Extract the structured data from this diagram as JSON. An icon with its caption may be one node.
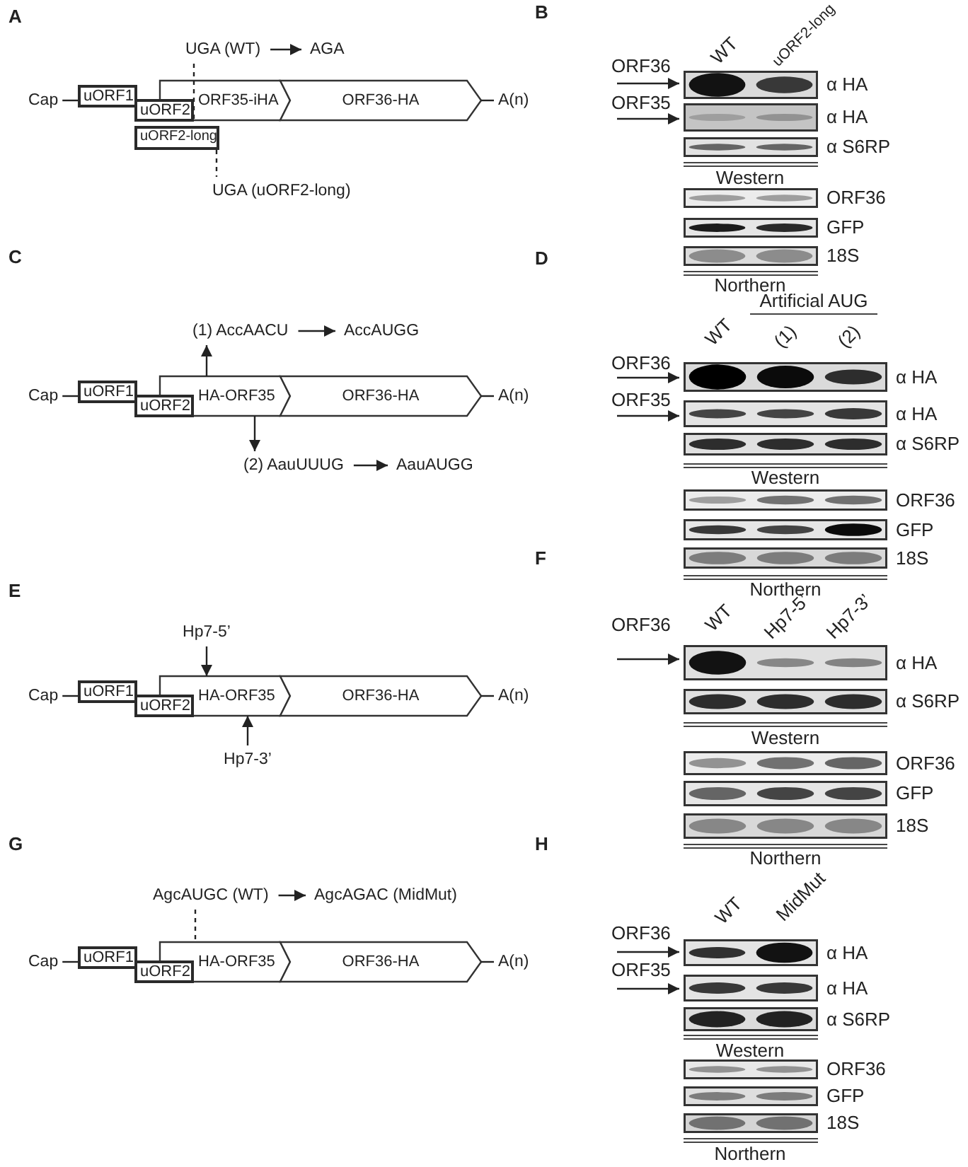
{
  "diagram": {
    "nodes": [
      {
        "text": [
          "Cap"
        ]
      },
      {
        "text": [
          "uORF1"
        ]
      },
      {
        "text": [
          "uORF2"
        ]
      },
      {
        "text": [
          "ORF35-iHA"
        ]
      },
      {
        "text": [
          "ORF36-HA"
        ]
      },
      {
        "text": [
          "A(n)"
        ]
      },
      {
        "text": [
          "uORF2-long"
        ]
      },
      {
        "text": [
          "UGA (WT)"
        ]
      },
      {
        "text": [
          "AGA"
        ]
      },
      {
        "text": [
          "UGA (uORF2-long)"
        ]
      },
      {
        "text": [],
        "shape": "picture",
        "beside": [
          "α HA"
        ]
      },
      {
        "text": [],
        "shape": "picture",
        "beside": [
          "α HA"
        ]
      },
      {
        "text": [],
        "shape": "picture",
        "beside": [
          "α S6RP"
        ]
      },
      {
        "text": [],
        "shape": "picture",
        "beside": [
          "ORF36"
        ]
      },
      {
        "text": [],
        "shape": "picture",
        "beside": [
          "GFP"
        ]
      },
      {
        "text": [],
        "shape": "picture",
        "beside": [
          "18S"
        ]
      },
      {
        "text": [
          "Cap"
        ]
      },
      {
        "text": [
          "uORF1"
        ]
      },
      {
        "text": [
          "uORF2"
        ]
      },
      {
        "text": [
          "HA-ORF35"
        ]
      },
      {
        "text": [
          "ORF36-HA"
        ]
      },
      {
        "text": [
          "A(n)"
        ]
      },
      {
        "text": [
          "(1) AccAACU"
        ]
      },
      {
        "text": [
          "AccAUGG"
        ]
      },
      {
        "text": [
          "(2) AauUUUG"
        ]
      },
      {
        "text": [
          "AauAUGG"
        ]
      },
      {
        "text": [],
        "shape": "picture",
        "beside": [
          "α HA"
        ]
      },
      {
        "text": [],
        "shape": "picture",
        "beside": [
          "α HA"
        ]
      },
      {
        "text": [],
        "shape": "picture",
        "beside": [
          "α S6RP"
        ]
      },
      {
        "text": [],
        "shape": "picture",
        "beside": [
          "ORF36"
        ]
      },
      {
        "text": [],
        "shape": "picture",
        "beside": [
          "GFP"
        ]
      },
      {
        "text": [],
        "shape": "picture",
        "beside": [
          "18S"
        ]
      },
      {
        "text": [
          "Cap"
        ]
      },
      {
        "text": [
          "uORF1"
        ]
      },
      {
        "text": [
          "uORF2"
        ]
      },
      {
        "text": [
          "HA-ORF35"
        ]
      },
      {
        "text": [
          "ORF36-HA"
        ]
      },
      {
        "text": [
          "A(n)"
        ]
      },
      {
        "text": [
          "Hp7-5’"
        ]
      },
      {
        "text": [
          "Hp7-3’"
        ]
      },
      {
        "text": [],
        "shape": "picture",
        "beside": [
          "α HA"
        ]
      },
      {
        "text": [],
        "shape": "picture",
        "beside": [
          "α S6RP"
        ]
      },
      {
        "text": [],
        "shape": "picture",
        "beside": [
          "ORF36"
        ]
      },
      {
        "text": [],
        "shape": "picture",
        "beside": [
          "GFP"
        ]
      },
      {
        "text": [],
        "shape": "picture",
        "beside": [
          "18S"
        ]
      },
      {
        "text": [
          "Cap"
        ]
      },
      {
        "text": [
          "uORF1"
        ]
      },
      {
        "text": [
          "uORF2"
        ]
      },
      {
        "text": [
          "HA-ORF35"
        ]
      },
      {
        "text": [
          "ORF36-HA"
        ]
      },
      {
        "text": [
          "A(n)"
        ]
      },
      {
        "text": [
          "AgcAUGC (WT)"
        ]
      },
      {
        "text": [
          "AgcAGAC (MidMut)"
        ]
      },
      {
        "text": [],
        "shape": "picture",
        "beside": [
          "α HA"
        ]
      },
      {
        "text": [],
        "shape": "picture",
        "beside": [
          "α HA"
        ]
      },
      {
        "text": [],
        "shape": "picture",
        "beside": [
          "α S6RP"
        ]
      },
      {
        "text": [],
        "shape": "picture",
        "beside": [
          "ORF36"
        ]
      },
      {
        "text": [],
        "shape": "picture",
        "beside": [
          "GFP"
        ]
      },
      {
        "text": [],
        "shape": "picture",
        "beside": [
          "18S"
        ]
      },
      {
        "text": [
          "ORF36"
        ]
      },
      {
        "text": [
          "ORF35"
        ]
      },
      {
        "text": [
          "ORF36"
        ]
      },
      {
        "text": [
          "ORF35"
        ]
      },
      {
        "text": [
          "ORF36"
        ]
      },
      {
        "text": [
          "ORF36"
        ]
      },
      {
        "text": [
          "ORF35"
        ]
      }
    ],
    "edges": [
      {
        "from": 0,
        "to": 1,
        "arrow": "none"
      },
      {
        "from": 4,
        "to": 5,
        "arrow": "none"
      },
      {
        "from": 7,
        "to": 8,
        "arrow": "to"
      },
      {
        "from": 7,
        "to": 3,
        "arrow": "none",
        "style": "dashed"
      },
      {
        "from": 6,
        "to": 9,
        "arrow": "none",
        "style": "dashed"
      },
      {
        "from": 59,
        "to": 10,
        "arrow": "to"
      },
      {
        "from": 60,
        "to": 11,
        "arrow": "to"
      },
      {
        "from": 16,
        "to": 17,
        "arrow": "none"
      },
      {
        "from": 20,
        "to": 21,
        "arrow": "none"
      },
      {
        "from": 19,
        "to": 22,
        "arrow": "to"
      },
      {
        "from": 19,
        "to": 24,
        "arrow": "to"
      },
      {
        "from": 22,
        "to": 23,
        "arrow": "to"
      },
      {
        "from": 24,
        "to": 25,
        "arrow": "to"
      },
      {
        "from": 61,
        "to": 26,
        "arrow": "to"
      },
      {
        "from": 62,
        "to": 27,
        "arrow": "to"
      },
      {
        "from": 32,
        "to": 33,
        "arrow": "none"
      },
      {
        "from": 36,
        "to": 37,
        "arrow": "none"
      },
      {
        "from": 38,
        "to": 35,
        "arrow": "to"
      },
      {
        "from": 39,
        "to": 35,
        "arrow": "to"
      },
      {
        "from": 63,
        "to": 40,
        "arrow": "to"
      },
      {
        "from": 45,
        "to": 46,
        "arrow": "none"
      },
      {
        "from": 49,
        "to": 50,
        "arrow": "none"
      },
      {
        "from": 51,
        "to": 52,
        "arrow": "to"
      },
      {
        "from": 51,
        "to": 48,
        "arrow": "none",
        "style": "dashed"
      },
      {
        "from": 64,
        "to": 53,
        "arrow": "to"
      },
      {
        "from": 65,
        "to": 54,
        "arrow": "to"
      }
    ],
    "labels": [
      "A",
      "B",
      "WT",
      "uORF2-long",
      "Western",
      "C",
      "D",
      "Northern",
      "Artificial AUG",
      "WT",
      "(1)",
      "(2)",
      "Western",
      "F",
      "E",
      "Northern",
      "WT",
      "Hp7-5’",
      "Hp7-3’",
      "Western",
      "G",
      "H",
      "Northern",
      "MidMut",
      "WT",
      "Western",
      "Northern"
    ]
  }
}
